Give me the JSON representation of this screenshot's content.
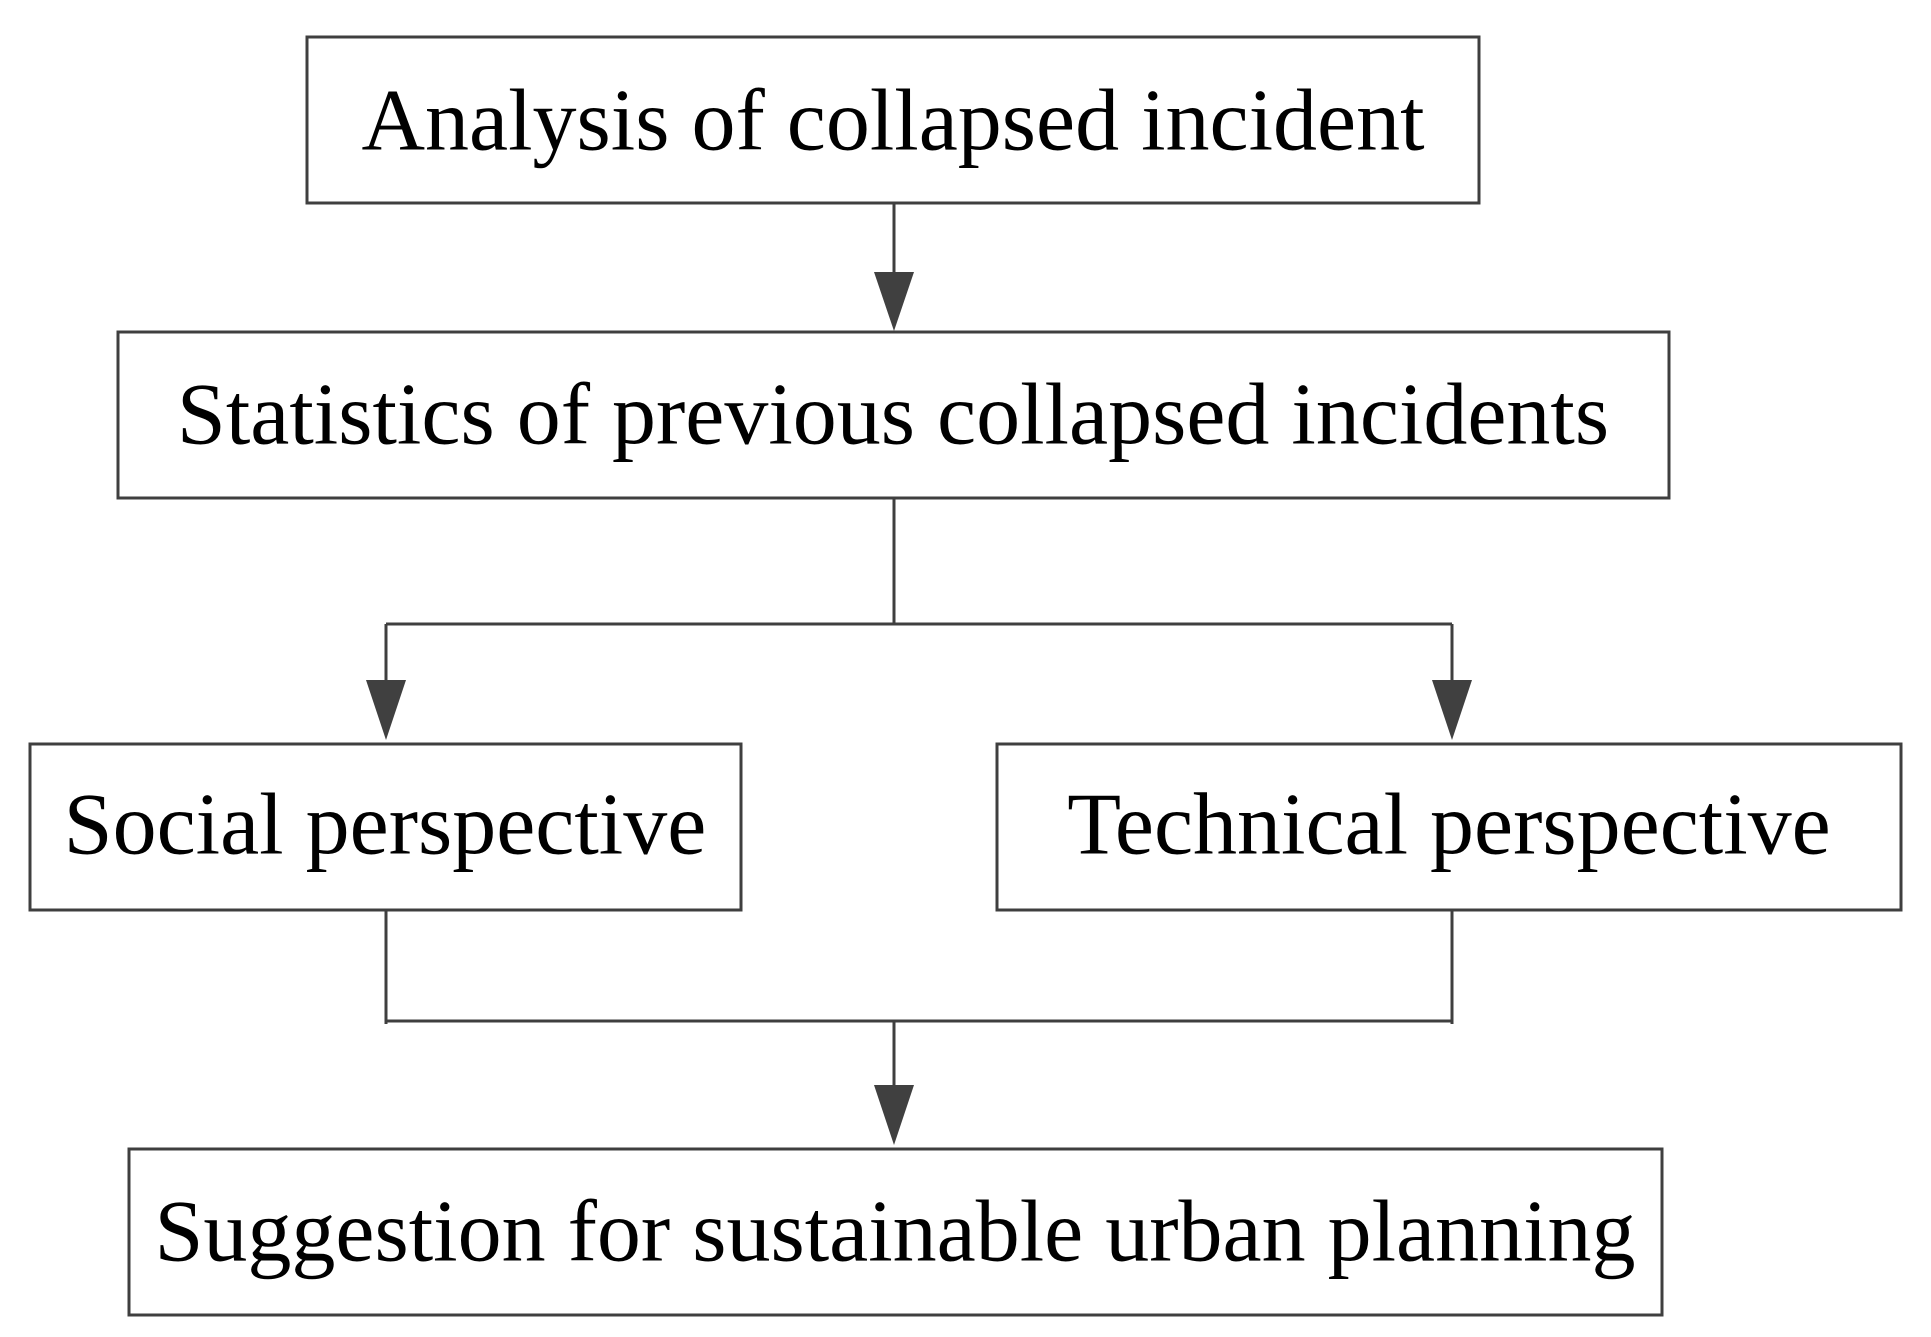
{
  "nodes": {
    "analysis": "Analysis of collapsed incident",
    "statistics": "Statistics of previous collapsed incidents",
    "social": "Social perspective",
    "technical": "Technical perspective",
    "suggestion": "Suggestion for sustainable urban planning"
  },
  "edges": [
    {
      "from": "analysis",
      "to": "statistics"
    },
    {
      "from": "statistics",
      "to": "social"
    },
    {
      "from": "statistics",
      "to": "technical"
    },
    {
      "from": "social",
      "to": "suggestion"
    },
    {
      "from": "technical",
      "to": "suggestion"
    }
  ],
  "colors": {
    "line": "#3f3f3f",
    "arrow": "#404040",
    "text": "#000000",
    "background": "#ffffff"
  }
}
